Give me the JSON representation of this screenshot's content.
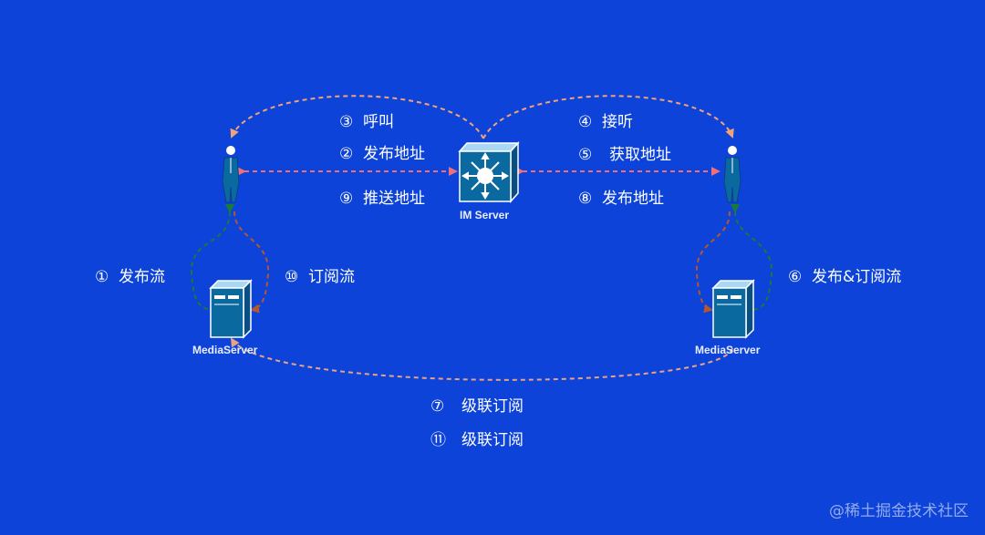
{
  "nodes": {
    "im_server": "IM Server",
    "media_server_left": "MediaServer",
    "media_server_right": "MediaServer"
  },
  "steps": {
    "s3": {
      "num": "③",
      "text": "呼叫"
    },
    "s2": {
      "num": "②",
      "text": "发布地址"
    },
    "s9": {
      "num": "⑨",
      "text": "推送地址"
    },
    "s4": {
      "num": "④",
      "text": "接听"
    },
    "s5": {
      "num": "⑤",
      "text": "获取地址"
    },
    "s8": {
      "num": "⑧",
      "text": "发布地址"
    },
    "s1": {
      "num": "①",
      "text": "发布流"
    },
    "s10": {
      "num": "⑩",
      "text": "订阅流"
    },
    "s6": {
      "num": "⑥",
      "text": "发布&订阅流"
    },
    "s7": {
      "num": "⑦",
      "text": "级联订阅"
    },
    "s11": {
      "num": "⑪",
      "text": "级联订阅"
    }
  },
  "watermark": "@稀土掘金技术社区",
  "colors": {
    "background": "#0d43d8",
    "call_arrow": "#f0a27a",
    "address_arrow": "#ef6f7a",
    "publish_arrow": "#1f7a3a",
    "subscribe_arrow": "#b5572d",
    "cascade_arrow": "#e8a387",
    "device_fill": "#0a6aa0"
  }
}
